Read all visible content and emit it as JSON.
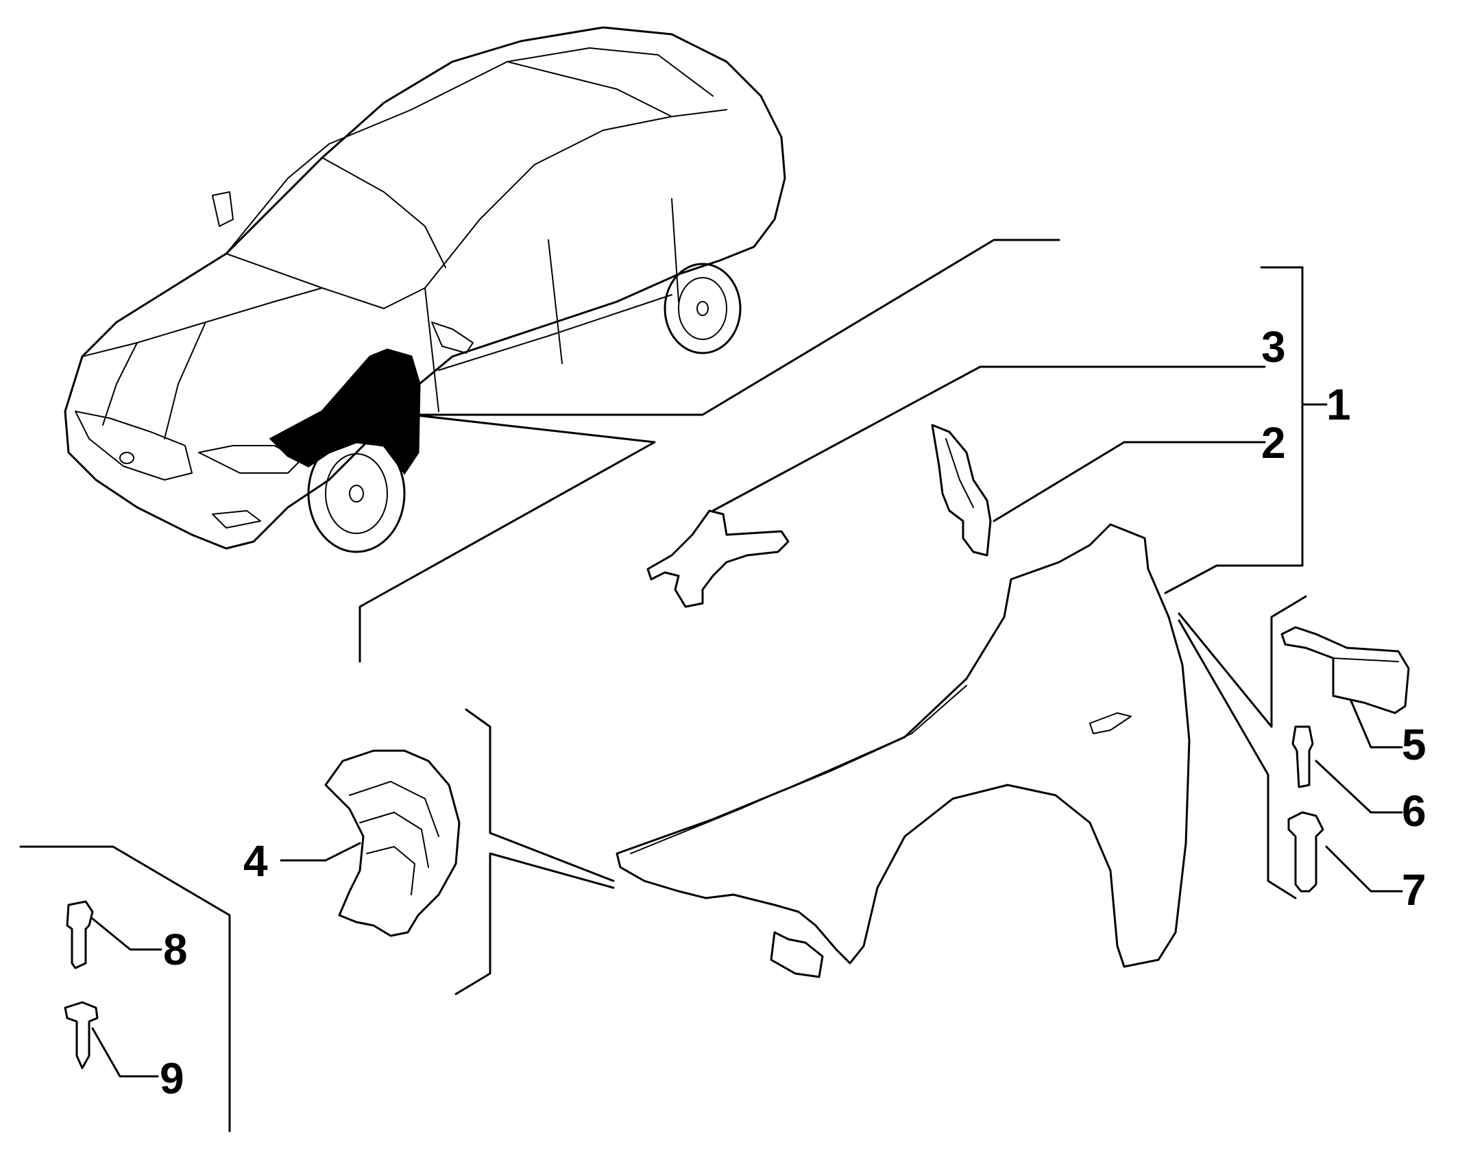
{
  "callouts": [
    {
      "id": "1",
      "label": "1"
    },
    {
      "id": "2",
      "label": "2"
    },
    {
      "id": "3",
      "label": "3"
    },
    {
      "id": "4",
      "label": "4"
    },
    {
      "id": "5",
      "label": "5"
    },
    {
      "id": "6",
      "label": "6"
    },
    {
      "id": "7",
      "label": "7"
    },
    {
      "id": "8",
      "label": "8"
    },
    {
      "id": "9",
      "label": "9"
    }
  ],
  "highlight_color": "#000000",
  "line_color": "#000000",
  "background": "#ffffff"
}
